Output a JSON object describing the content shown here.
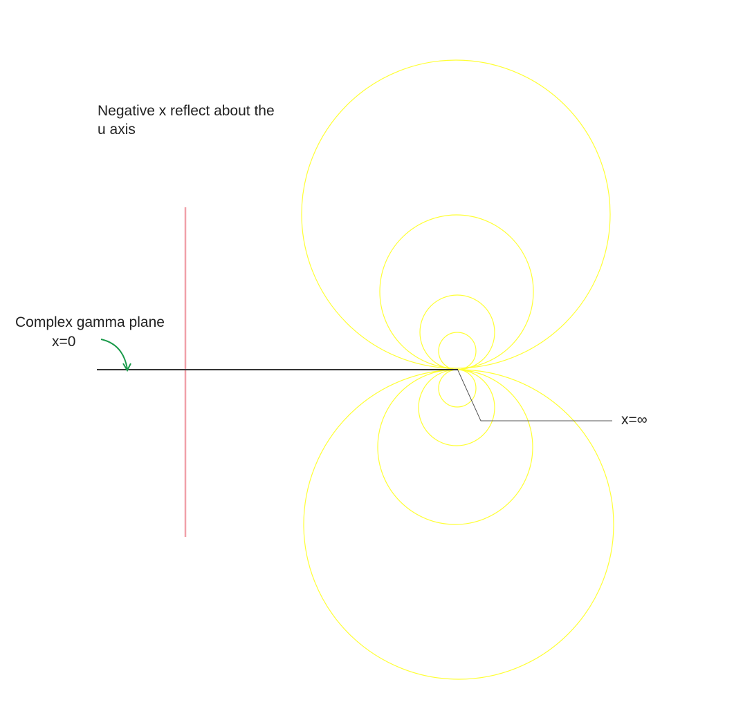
{
  "annotations": {
    "note_line1": "Negative x reflect about the",
    "note_line2": "u axis",
    "plane_label": "Complex gamma plane",
    "x_zero_label": "x=0",
    "x_infinity_label": "x=∞"
  },
  "colors": {
    "background": "#ffffff",
    "reactance_circles": "#ffff33",
    "real_axis": "#333333",
    "imaginary_axis": "#f0a0a8",
    "pointer_arrow": "#1a9a4a",
    "leader_line": "#555555",
    "text": "#222222"
  },
  "circles": {
    "upper_count": 4,
    "lower_count": 4,
    "tangent_point": "x=∞"
  }
}
